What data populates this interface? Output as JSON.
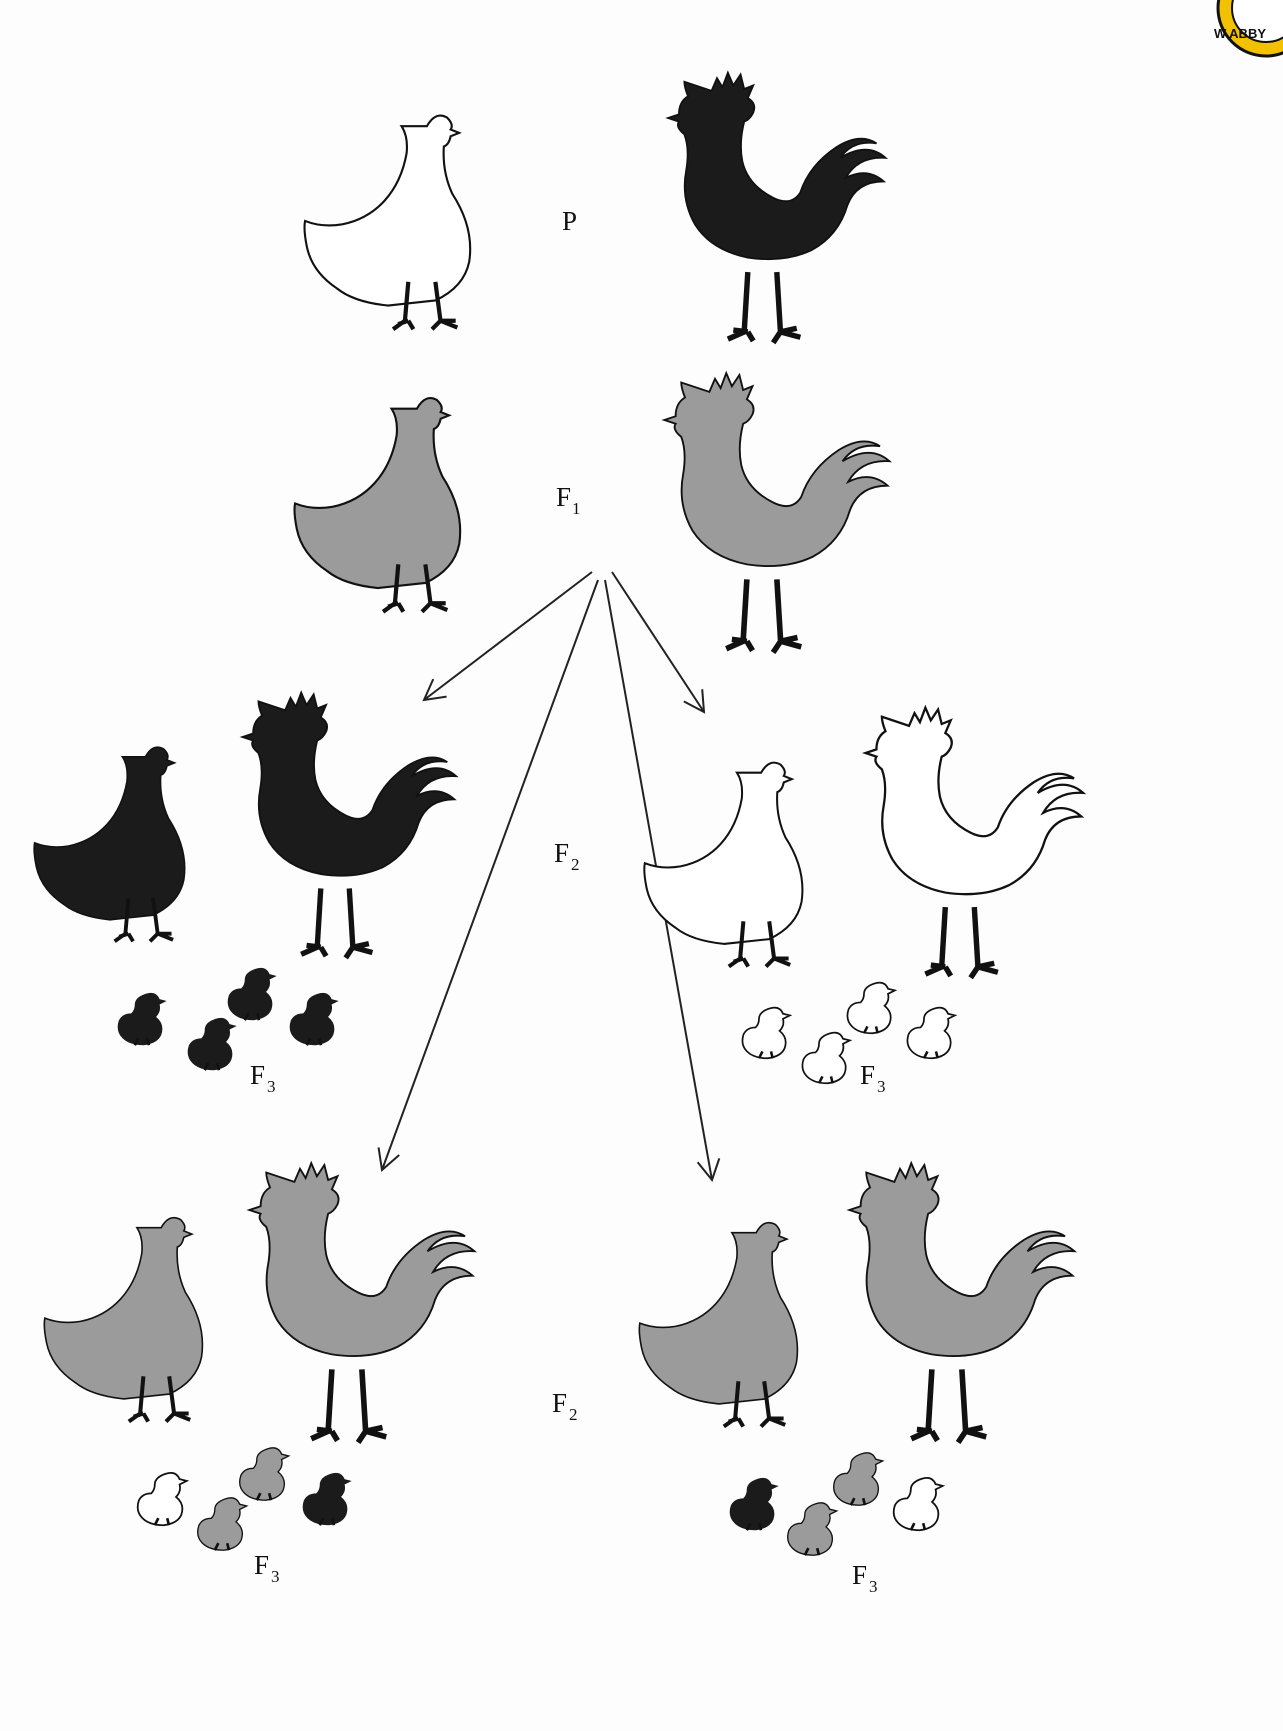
{
  "labels": {
    "p": "P",
    "f1": "F",
    "f1_sub": "1",
    "f2_upper": "F",
    "f2_upper_sub": "2",
    "f2_lower": "F",
    "f2_lower_sub": "2",
    "f3_a": "F",
    "f3_a_sub": "3",
    "f3_b": "F",
    "f3_b_sub": "3",
    "f3_c": "F",
    "f3_c_sub": "3",
    "f3_d": "F",
    "f3_d_sub": "3"
  },
  "watermark": {
    "text": "W.ABBY"
  },
  "colors": {
    "white": "#ffffff",
    "black": "#1b1b1b",
    "blue_grey": "#9b9b9b",
    "outline": "#111111",
    "arrow": "#222222"
  }
}
